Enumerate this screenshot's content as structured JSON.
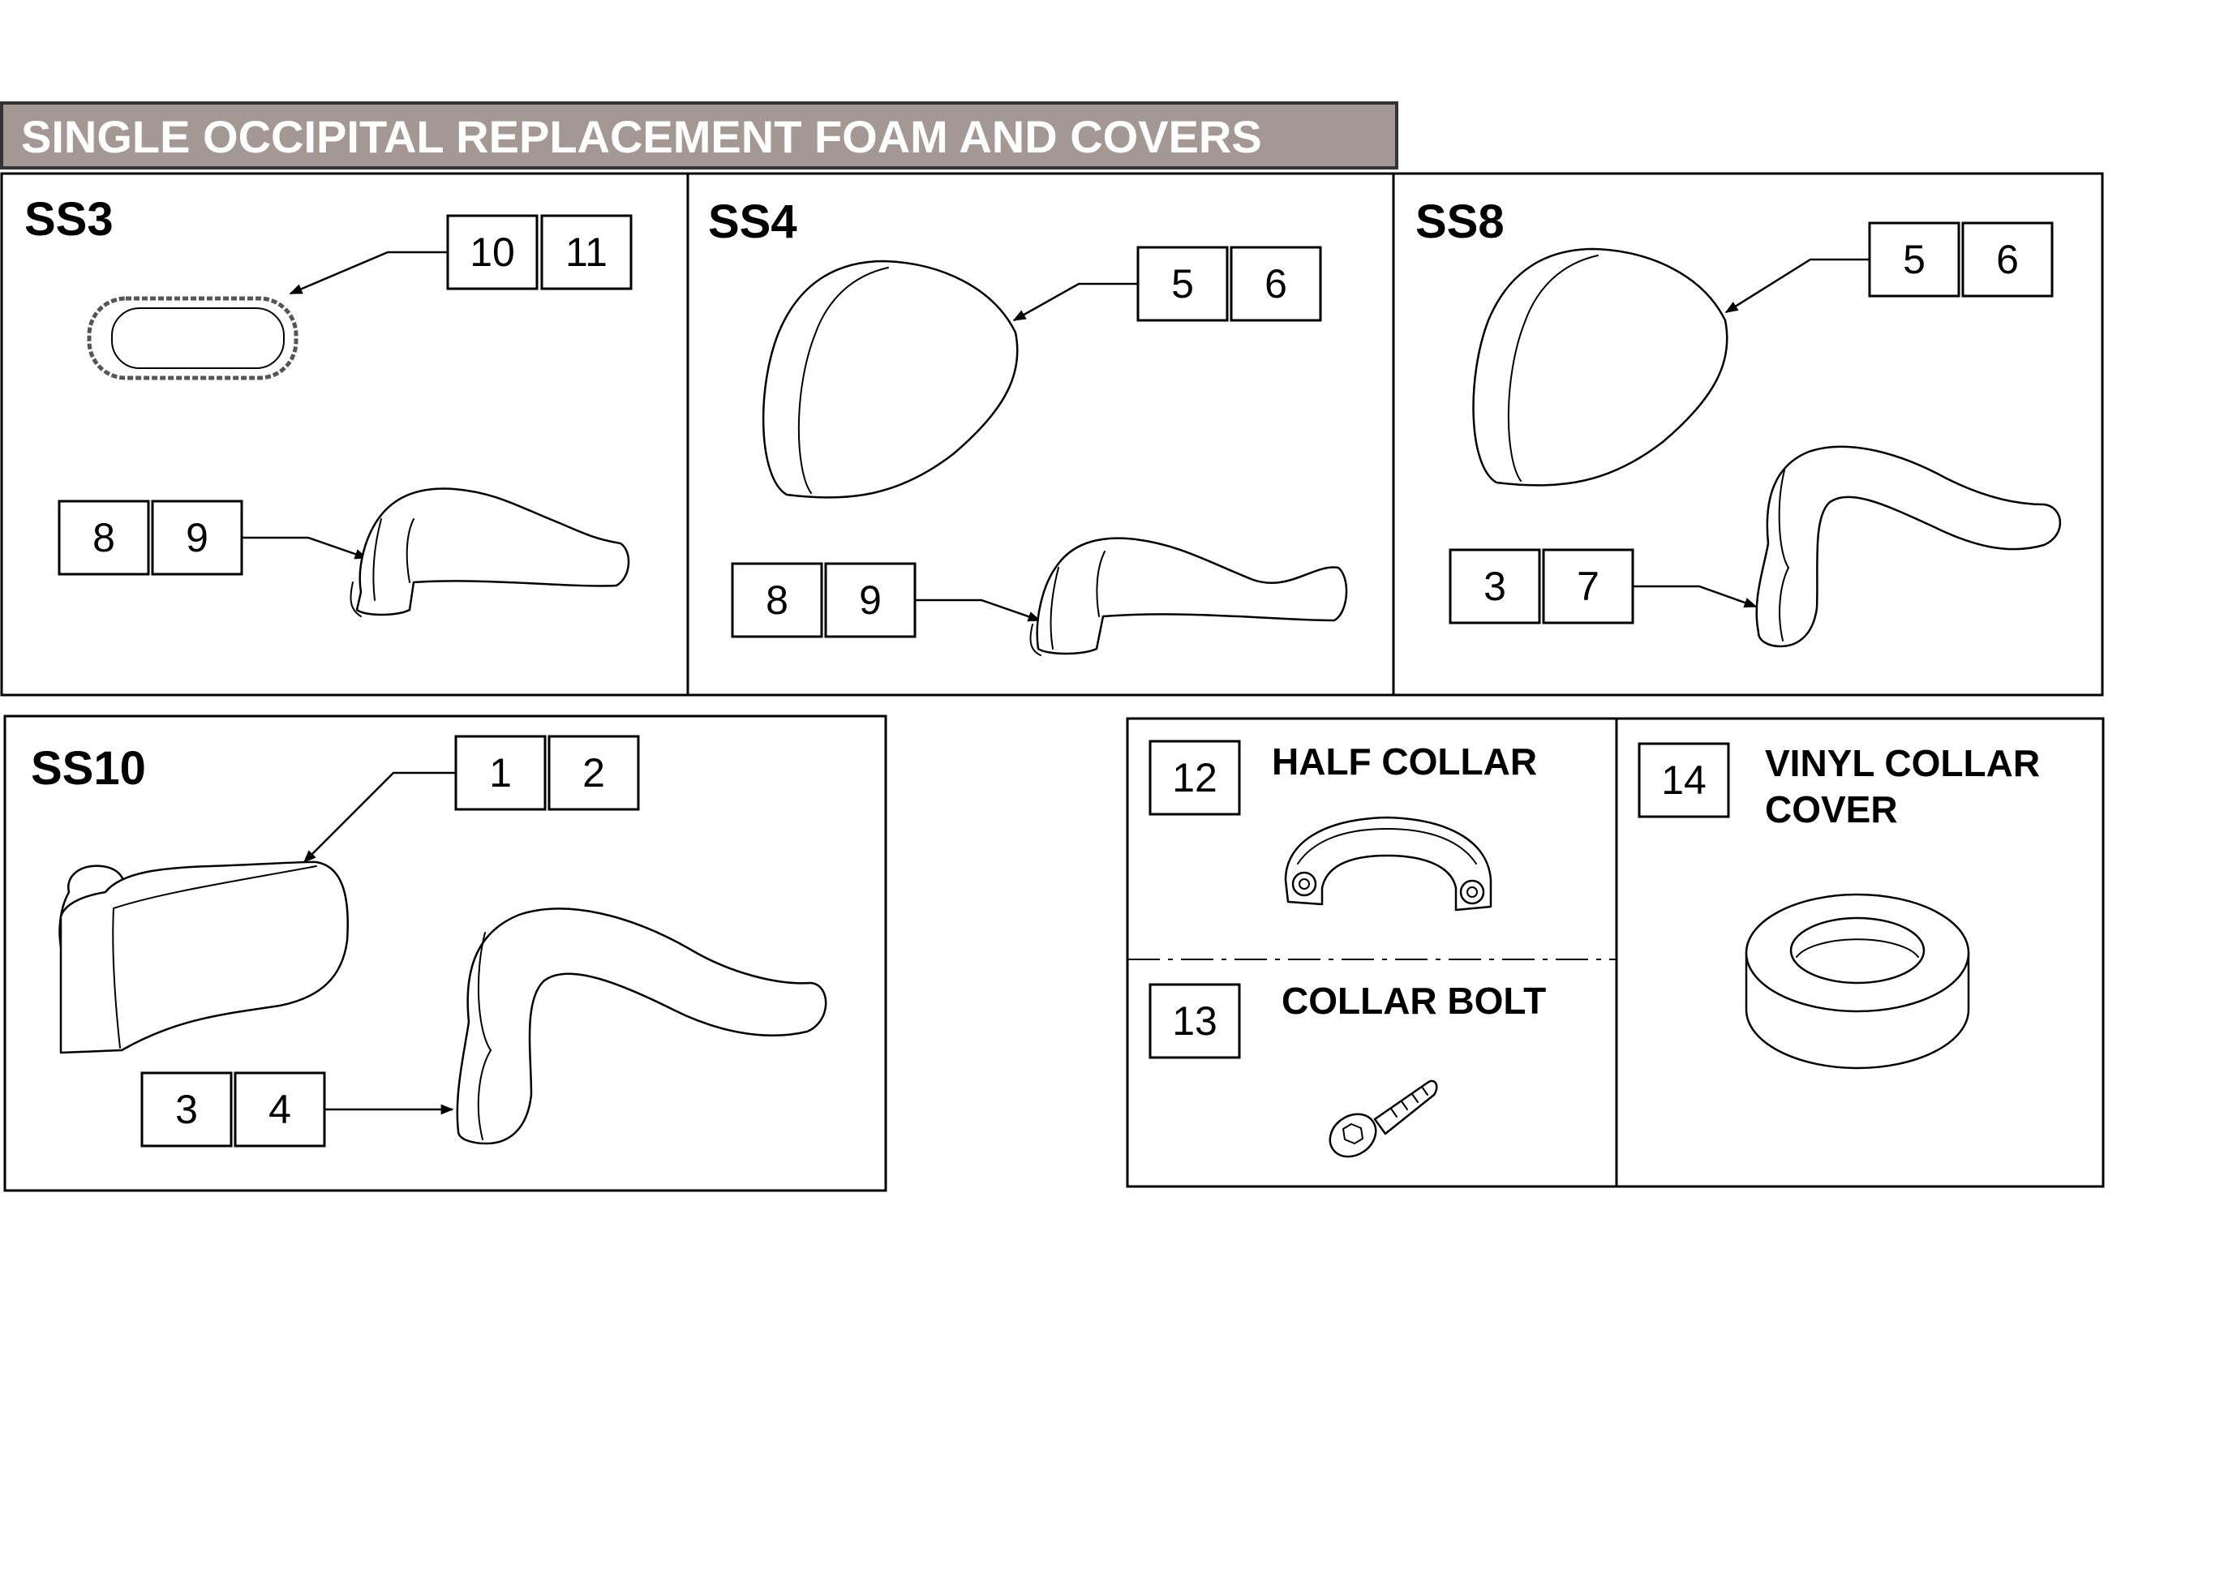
{
  "banner": {
    "title": "SINGLE OCCIPITAL REPLACEMENT FOAM AND COVERS",
    "color": "#a39893"
  },
  "panels": {
    "ss3": {
      "title": "SS3",
      "callout_a": [
        "10",
        "11"
      ],
      "callout_b": [
        "8",
        "9"
      ]
    },
    "ss4": {
      "title": "SS4",
      "callout_a": [
        "5",
        "6"
      ],
      "callout_b": [
        "8",
        "9"
      ]
    },
    "ss8": {
      "title": "SS8",
      "callout_a": [
        "5",
        "6"
      ],
      "callout_b": [
        "3",
        "7"
      ]
    },
    "ss10": {
      "title": "SS10",
      "callout_a": [
        "1",
        "2"
      ],
      "callout_b": [
        "3",
        "4"
      ]
    }
  },
  "parts": {
    "half_collar": {
      "number": "12",
      "label": "HALF COLLAR"
    },
    "collar_bolt": {
      "number": "13",
      "label": "COLLAR BOLT"
    },
    "vinyl_cover": {
      "number": "14",
      "label_line1": "VINYL COLLAR",
      "label_line2": "COVER"
    }
  }
}
